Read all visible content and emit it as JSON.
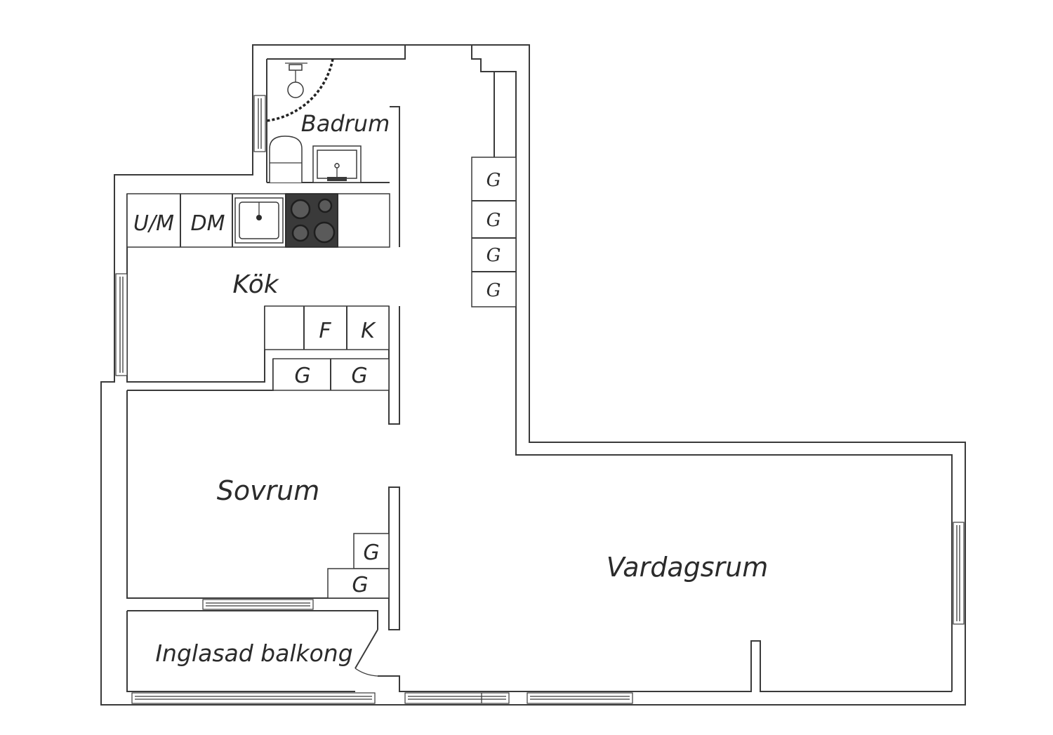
{
  "rooms": {
    "badrum": "Badrum",
    "kok": "Kök",
    "sovrum": "Sovrum",
    "vardagsrum": "Vardagsrum",
    "balkong": "Inglasad balkong"
  },
  "kitchen": {
    "washer_label": "U/M",
    "dishwasher_label": "DM",
    "fridge_label": "K",
    "freezer_label": "F"
  },
  "wardrobe_label": "G",
  "colors": {
    "wall": "#3a3a3a",
    "stove": "#3a3a3a",
    "background": "#ffffff"
  }
}
